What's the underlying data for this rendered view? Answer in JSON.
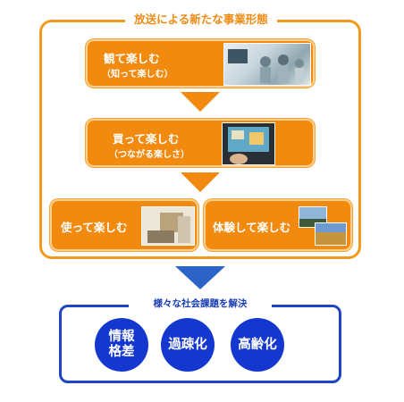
{
  "top_section": {
    "title": "放送による新たな事業形態",
    "boxes": [
      {
        "main": "観て楽しむ",
        "sub": "（知って楽しむ）"
      },
      {
        "main": "買って楽しむ",
        "sub": "（つながる楽しさ）"
      },
      {
        "main": "使って楽しむ"
      },
      {
        "main": "体験して楽しむ"
      }
    ]
  },
  "bottom_section": {
    "title": "様々な社会課題を解決",
    "issues": [
      "情報\n格差",
      "過疎化",
      "高齢化"
    ]
  },
  "colors": {
    "orange": "#f18a0f",
    "blue": "#1438cf"
  }
}
